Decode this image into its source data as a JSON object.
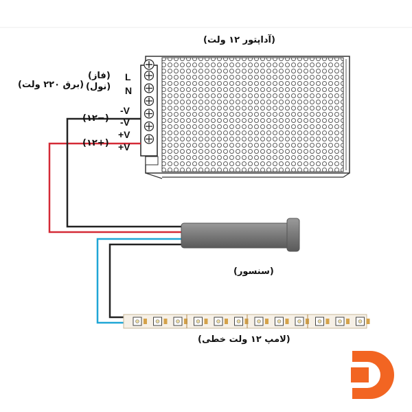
{
  "title": "(آداپتور ۱۲ ولت)",
  "adapter": {
    "terminals": [
      "L",
      "N",
      "-V",
      "-V",
      "+V",
      "+V"
    ],
    "phase_label": "(فاز)",
    "neutral_label": "(نول)",
    "mains_label": "(برق ۲۲۰ ولت)",
    "neg_label": "(۱۲−)",
    "pos_label": "(۱۲+)"
  },
  "sensor_label": "(سنسور)",
  "strip_label": "(لامپ ۱۲ ولت خطی)",
  "colors": {
    "wire_red": "#d42a36",
    "wire_black": "#222222",
    "wire_blue": "#1fa6d6",
    "sensor_body": "#7c7c7c",
    "logo_orange": "#f26522"
  },
  "icons": [
    "adapter-box",
    "screw-terminal-icon",
    "sensor-tube",
    "led-strip",
    "brand-logo-icon"
  ]
}
